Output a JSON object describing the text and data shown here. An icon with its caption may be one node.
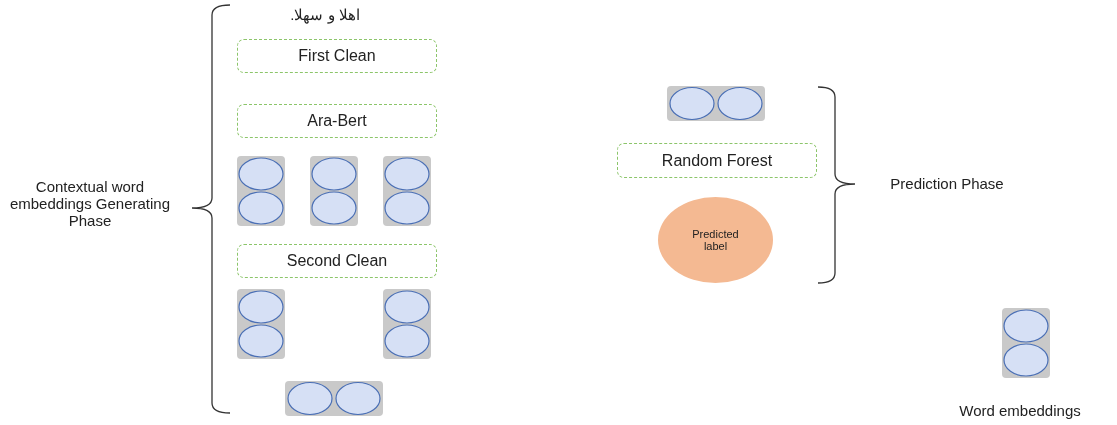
{
  "diagram": {
    "nodes": [
      {
        "text": [
          "First Clean"
        ]
      },
      {
        "text": [
          "Ara-Bert"
        ]
      },
      {
        "text": [
          "Second Clean"
        ]
      },
      {
        "text": [
          "Random Forest"
        ]
      },
      {
        "text": [
          "Predicted label"
        ]
      }
    ],
    "labels": [
      "اهلا و سهلا.",
      "Contextual word embeddings Generating Phase",
      "Prediction Phase",
      "Word embeddings"
    ]
  }
}
